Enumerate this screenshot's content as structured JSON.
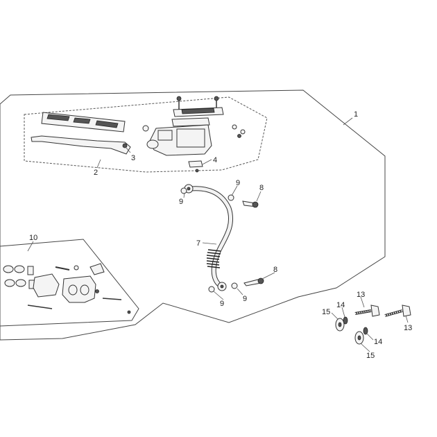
{
  "callouts": {
    "c1": "1",
    "c2": "2",
    "c3": "3",
    "c4": "4",
    "c7": "7",
    "c8a": "8",
    "c8b": "8",
    "c9a": "9",
    "c9b": "9",
    "c9c": "9",
    "c9d": "9",
    "c10": "10",
    "c13a": "13",
    "c13b": "13",
    "c14a": "14",
    "c14b": "14",
    "c15a": "15",
    "c15b": "15"
  }
}
